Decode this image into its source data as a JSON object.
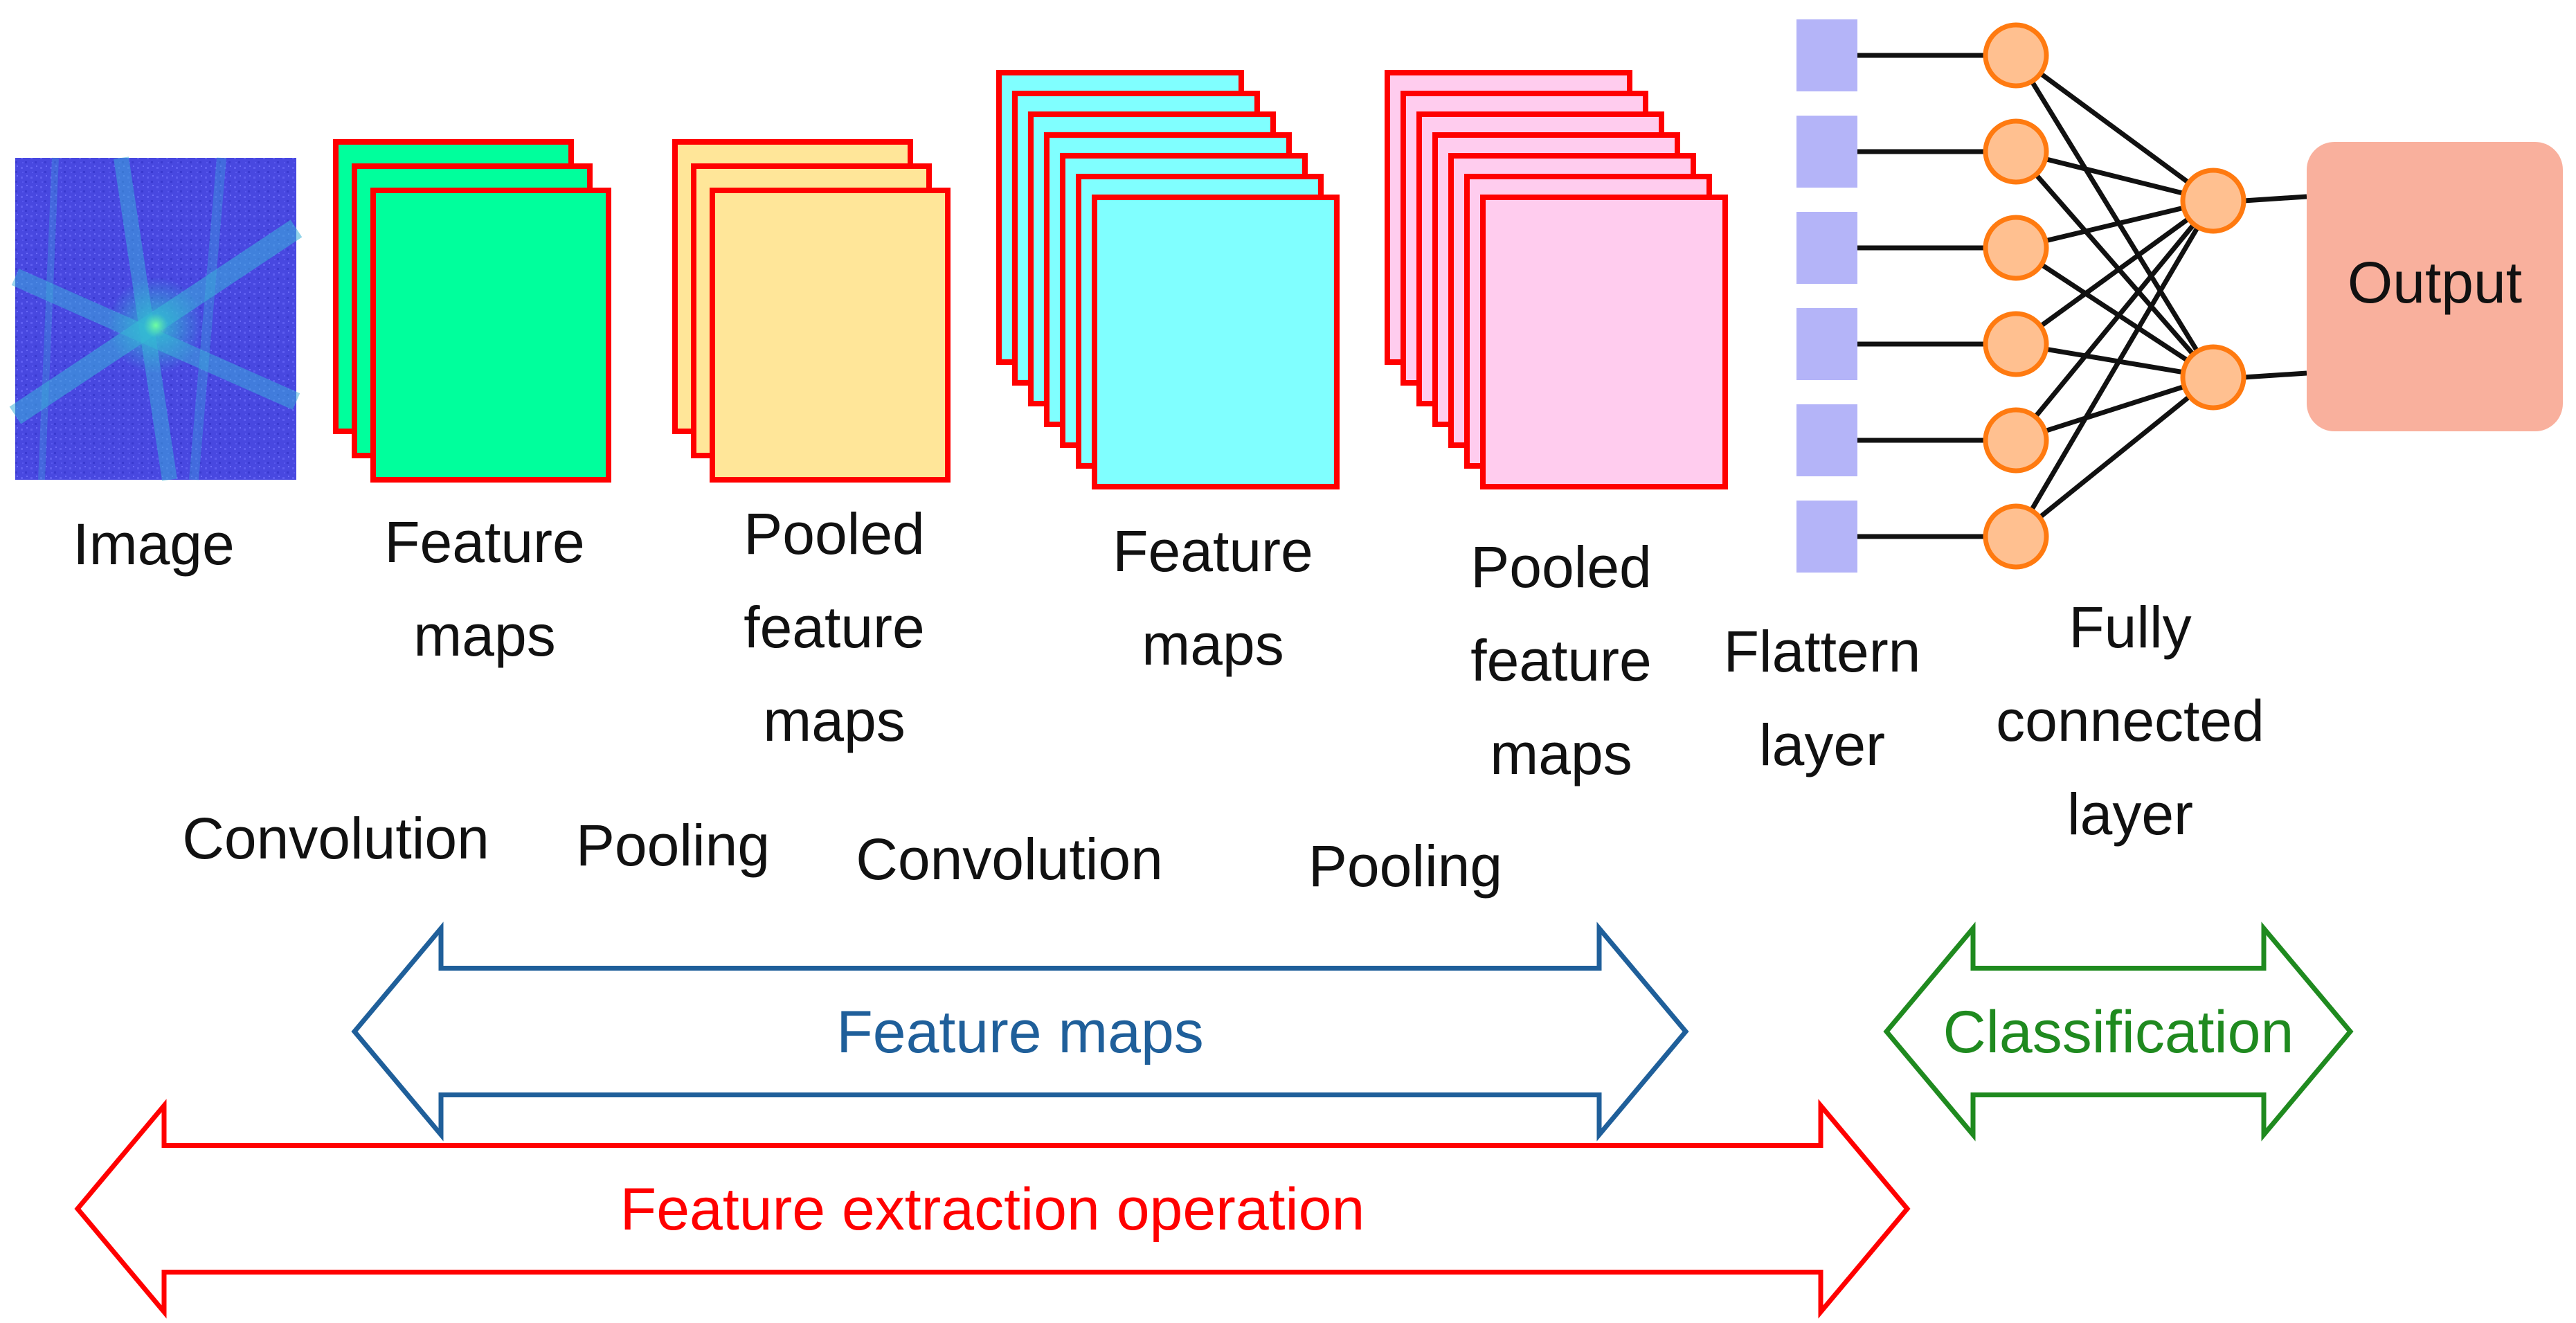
{
  "stage_labels": {
    "image": [
      "Image"
    ],
    "feature_maps_1": [
      "Feature",
      "maps"
    ],
    "pooled_1": [
      "Pooled",
      "feature",
      "maps"
    ],
    "feature_maps_2": [
      "Feature",
      "maps"
    ],
    "pooled_2": [
      "Pooled",
      "feature",
      "maps"
    ],
    "flatten": [
      "Flattern",
      "layer"
    ],
    "fully_connected": [
      "Fully",
      "connected",
      "layer"
    ]
  },
  "operations": [
    "Convolution",
    "Pooling",
    "Convolution",
    "Pooling"
  ],
  "output_label": "Output",
  "arrows": {
    "feature_maps": "Feature maps",
    "classification": "Classification",
    "feature_extraction": "Feature extraction operation"
  },
  "layers": {
    "flatten_units": 6,
    "fc_hidden_neurons": 6,
    "fc_out_neurons": 2
  },
  "colors": {
    "stack_border": "#ff0000",
    "feature_maps_1_fill": "#00ff9c",
    "pooled_1_fill": "#ffe699",
    "feature_maps_2_fill": "#80ffff",
    "pooled_2_fill": "#ffccee",
    "flatten_unit": "#b4b4f8",
    "neuron_fill": "#ffc090",
    "neuron_stroke": "#ff7a10",
    "output_fill": "#f9b09d",
    "arrow_feature_maps": "#1f5f9a",
    "arrow_classification": "#1f8a1f",
    "arrow_extraction": "#ff0000",
    "image_base": "#4a4ae8",
    "image_line": "#30c0d0"
  }
}
